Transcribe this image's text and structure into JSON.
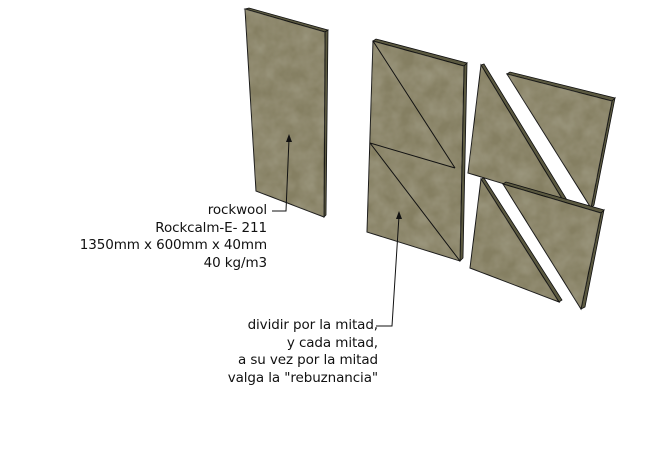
{
  "colors": {
    "background": "#ffffff",
    "panel_face": "#857f62",
    "panel_edge": "#5b5940",
    "outline": "#111111",
    "text": "#111111"
  },
  "labels": {
    "rockwool": {
      "lines": [
        "rockwool",
        "Rockcalm-E- 211",
        "1350mm x 600mm x 40mm",
        "40 kg/m3"
      ]
    },
    "instructions": {
      "lines": [
        "dividir por la mitad,",
        "y cada mitad,",
        "a su vez por la mitad",
        "valga la \"rebuznancia\""
      ]
    }
  },
  "objects": [
    {
      "name": "whole-panel",
      "description": "full rockwool panel"
    },
    {
      "name": "panel-marked-for-cutting",
      "description": "panel divided in half, each half with a diagonal cut line"
    },
    {
      "name": "cut-triangle-pieces",
      "description": "four triangular pieces after cutting"
    }
  ]
}
